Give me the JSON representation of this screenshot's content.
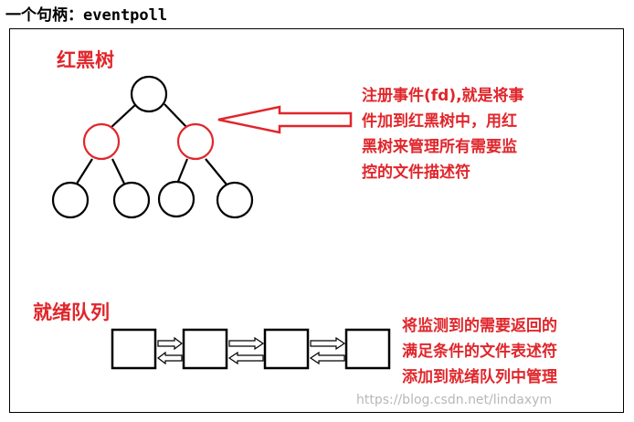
{
  "title": "一个句柄：eventpoll",
  "tree": {
    "label": "红黑树",
    "note_lines": [
      "注册事件(fd),就是将事",
      "件加到红黑树中，用红",
      "黑树来管理所有需要监",
      "控的文件描述符"
    ]
  },
  "queue": {
    "label": "就绪队列",
    "note_lines": [
      "将监测到的需要返回的",
      "满足条件的文件表述符",
      "添加到就绪队列中管理"
    ]
  },
  "watermark": "https://blog.csdn.net/lindaxym",
  "colors": {
    "accent_red": "#e0262b",
    "line": "#000000",
    "watermark": "#b8b8b8"
  }
}
